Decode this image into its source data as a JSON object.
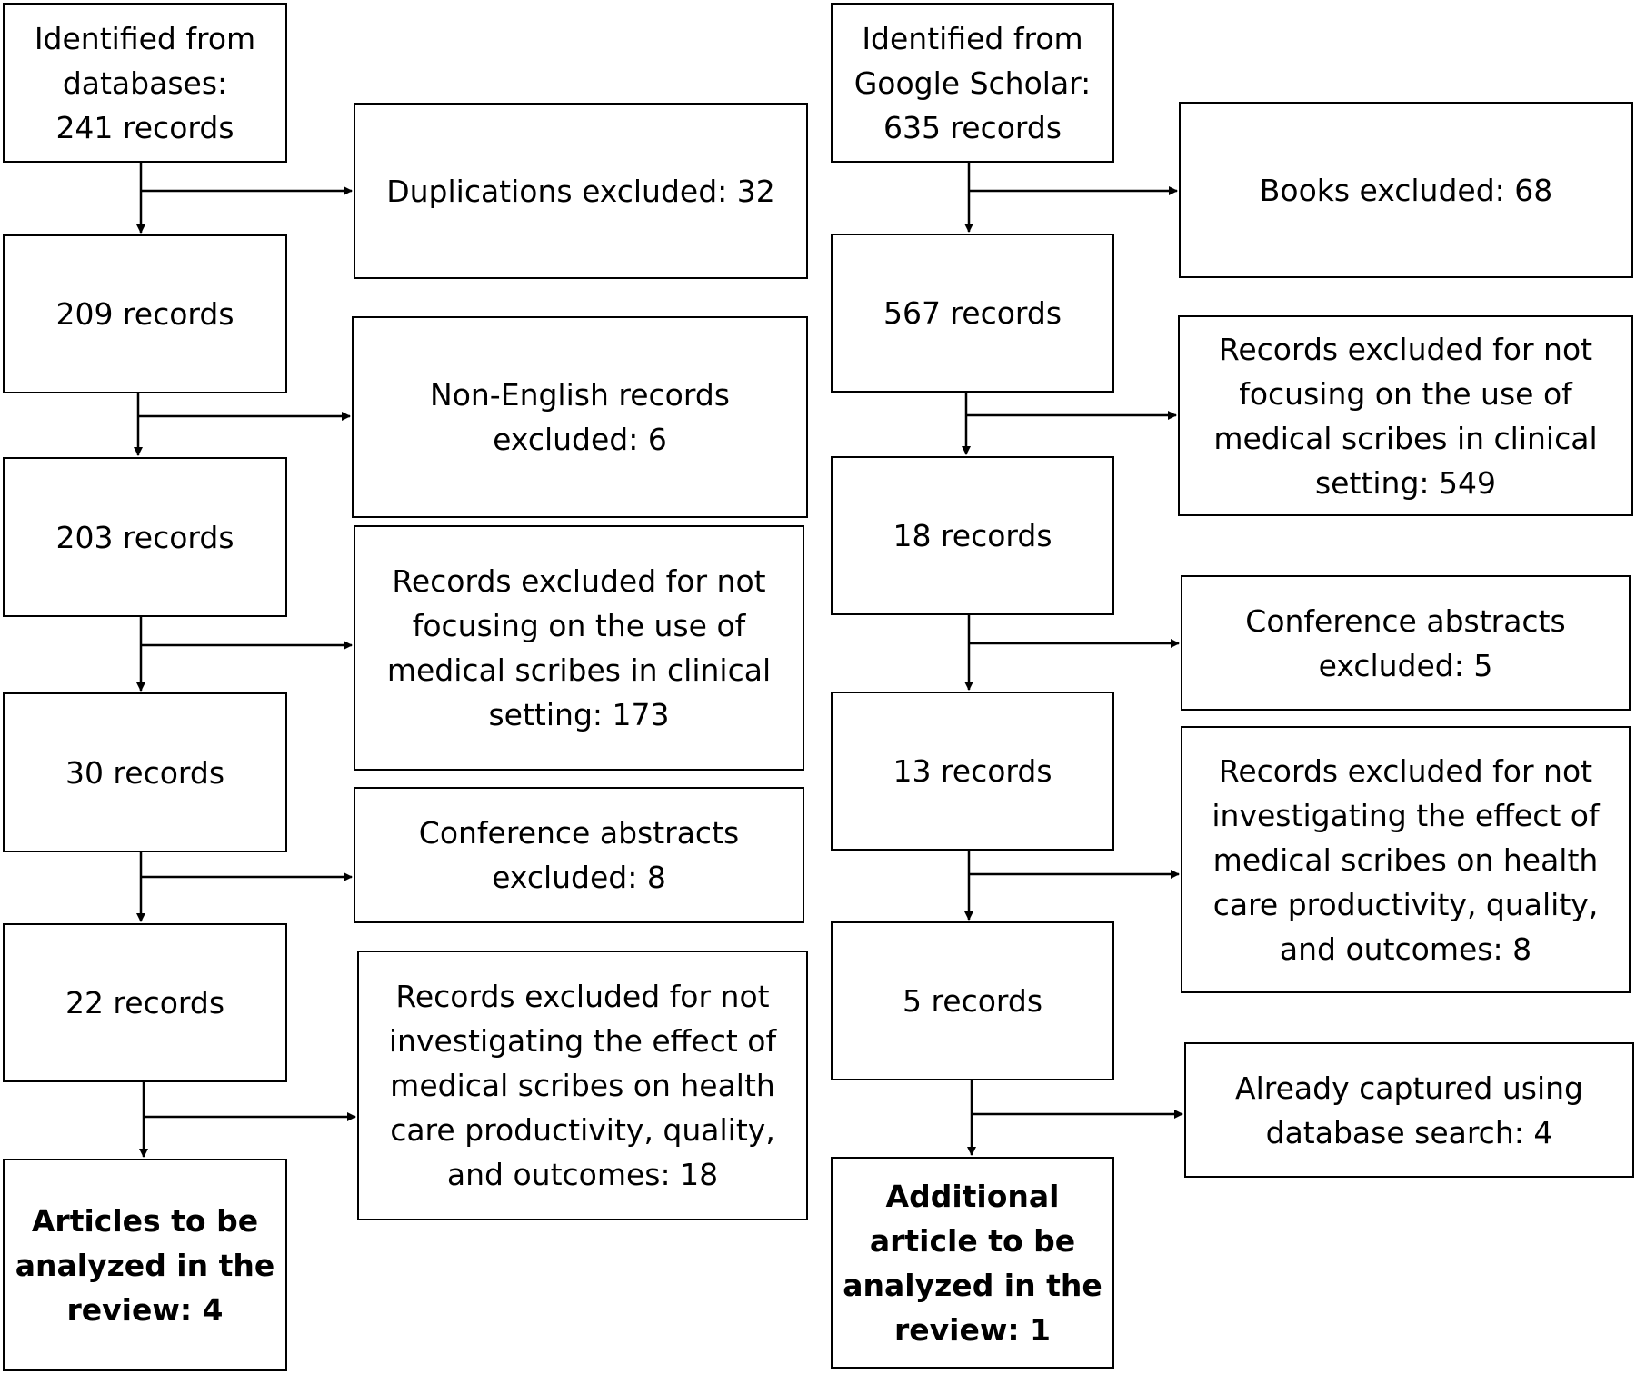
{
  "left_branch": {
    "source": "Identified from\ndatabases:\n241 records",
    "steps": [
      {
        "records": "209 records",
        "excluded": "Duplications excluded: 32"
      },
      {
        "records": "203 records",
        "excluded": "Non-English records\nexcluded: 6"
      },
      {
        "records": "30 records",
        "excluded": "Records excluded for not\nfocusing on the use of\nmedical scribes in clinical\nsetting: 173"
      },
      {
        "records": "22 records",
        "excluded": "Conference abstracts\nexcluded: 8"
      }
    ],
    "last_excluded": "Records excluded for not\ninvestigating the effect of\nmedical scribes on health\ncare productivity, quality,\nand outcomes: 18",
    "result": "Articles to be\nanalyzed in the\nreview: 4"
  },
  "right_branch": {
    "source": "Identified from\nGoogle Scholar:\n635 records",
    "steps": [
      {
        "records": "567 records",
        "excluded": "Books excluded: 68"
      },
      {
        "records": "18 records",
        "excluded": "Records excluded for not\nfocusing on the use of\nmedical scribes in clinical\nsetting: 549"
      },
      {
        "records": "13 records",
        "excluded": "Conference abstracts\nexcluded: 5"
      },
      {
        "records": "5 records",
        "excluded": "Records excluded for not\ninvestigating the effect of\nmedical scribes on health\ncare productivity, quality,\nand outcomes: 8"
      }
    ],
    "last_excluded": "Already captured using\ndatabase search: 4",
    "result": "Additional\narticle to be\nanalyzed in the\nreview: 1"
  }
}
